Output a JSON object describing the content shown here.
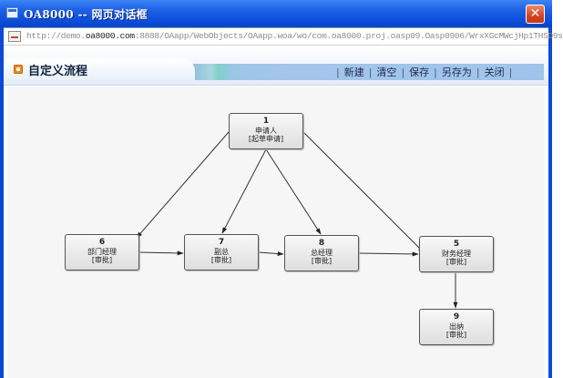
{
  "window": {
    "title": "OA8000 -- 网页对话框",
    "close_glyph": "✕",
    "url_prefix": "http://demo.",
    "url_domain": "oa8000.com",
    "url_rest": ":8888/OAapp/WebObjects/OAapp.woa/wo/com.oa8000.proj.oasp09.Oasp0906/WrxXGcMWcjHp1THSD9s"
  },
  "page": {
    "title": "自定义流程",
    "toolbar": [
      {
        "id": "new",
        "label": "新建"
      },
      {
        "id": "clear",
        "label": "清空"
      },
      {
        "id": "save",
        "label": "保存"
      },
      {
        "id": "save-as",
        "label": "另存为"
      },
      {
        "id": "close",
        "label": "关闭"
      }
    ]
  },
  "flow": {
    "nodes": [
      {
        "id": "1",
        "num": "1",
        "name": "申请人",
        "action": "[起草申请]"
      },
      {
        "id": "6",
        "num": "6",
        "name": "部门经理",
        "action": "[审批]"
      },
      {
        "id": "7",
        "num": "7",
        "name": "副总",
        "action": "[审批]"
      },
      {
        "id": "8",
        "num": "8",
        "name": "总经理",
        "action": "[审批]"
      },
      {
        "id": "5",
        "num": "5",
        "name": "财务经理",
        "action": "[审批]"
      },
      {
        "id": "9",
        "num": "9",
        "name": "出纳",
        "action": "[审批]"
      }
    ],
    "edges": [
      [
        "1",
        "6"
      ],
      [
        "1",
        "7"
      ],
      [
        "1",
        "8"
      ],
      [
        "1",
        "5"
      ],
      [
        "6",
        "7"
      ],
      [
        "7",
        "8"
      ],
      [
        "8",
        "5"
      ],
      [
        "5",
        "9"
      ]
    ],
    "colors": {
      "edge": "#333333",
      "node_border": "#555555"
    }
  }
}
